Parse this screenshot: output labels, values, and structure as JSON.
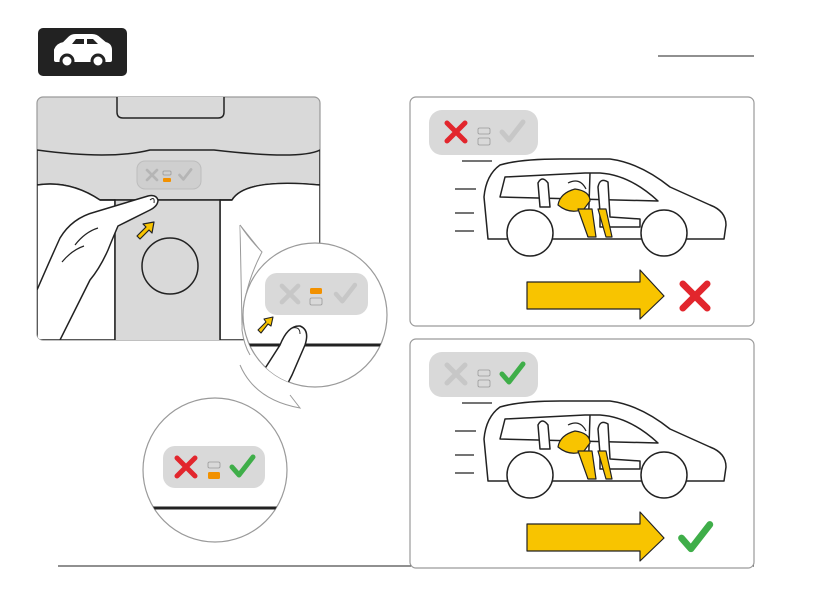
{
  "header": {
    "badge_icon": "car-icon"
  },
  "indicator": {
    "states": [
      "x-icon",
      "warning-led",
      "check-icon"
    ]
  },
  "panels": [
    {
      "id": "interior",
      "description_icons": [
        "hand-icon",
        "pointer-arrow-icon",
        "indicator-panel"
      ]
    },
    {
      "id": "incorrect",
      "active_state": "x-icon",
      "result_icon": "x-icon"
    },
    {
      "id": "correct",
      "active_state": "check-icon",
      "result_icon": "check-icon"
    }
  ],
  "colors": {
    "badge_bg": "#222222",
    "red": "#e2262d",
    "green": "#3fae49",
    "yellow": "#f8c400",
    "orange": "#f29100",
    "grey_panel": "#d9d9d9",
    "grey_icon": "#c7c7c7",
    "frame_stroke": "#9a9a9a"
  }
}
